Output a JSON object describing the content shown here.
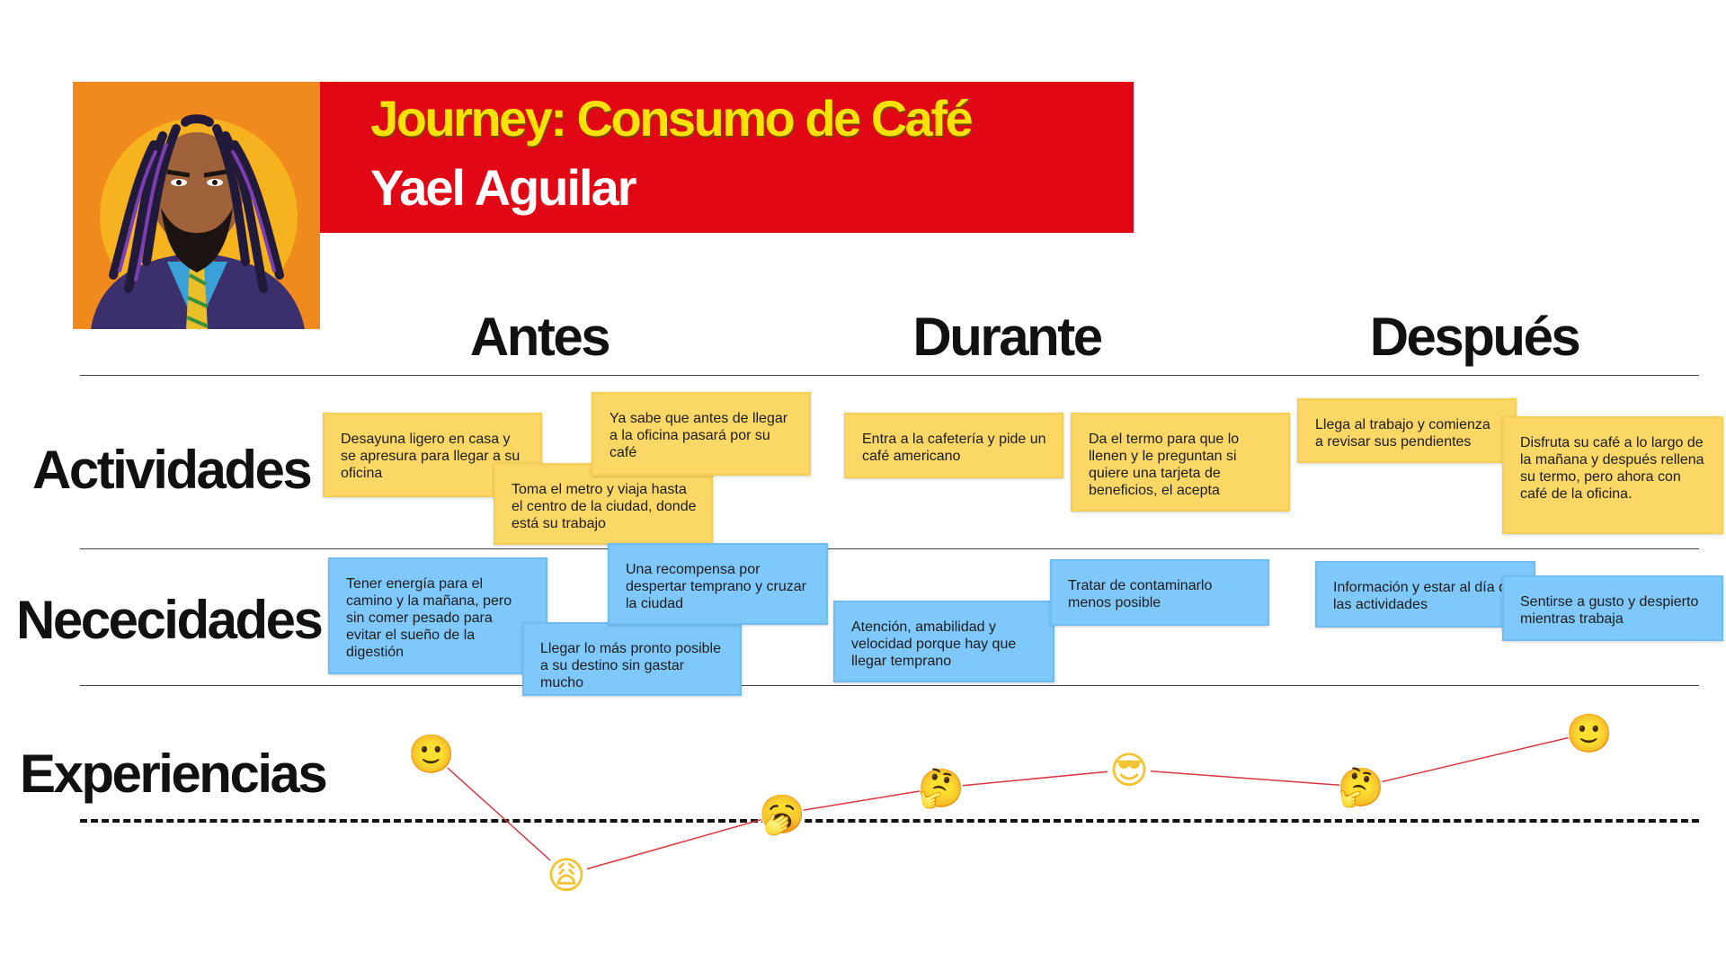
{
  "header": {
    "title": "Journey: Consumo de Café",
    "persona": "Yael Aguilar",
    "banner_color": "#e10714",
    "title_color": "#fde107",
    "avatar_icon": "persona-portrait"
  },
  "phases": [
    "Antes",
    "Durante",
    "Después"
  ],
  "rows": [
    "Actividades",
    "Nececidades",
    "Experiencias"
  ],
  "activities": [
    "Desayuna ligero en casa y se apresura para llegar a su oficina",
    "Toma el metro y viaja hasta el centro de la ciudad, donde está su trabajo",
    "Ya sabe que antes de llegar a la oficina pasará por su café",
    "Entra a la cafetería y pide un café americano",
    "Da el termo para que lo llenen y le preguntan si quiere una tarjeta de beneficios, el acepta",
    "Llega al trabajo y comienza a revisar sus pendientes",
    "Disfruta su café a lo largo de la mañana y después rellena su termo, pero ahora con café de la oficina."
  ],
  "needs": [
    "Tener energía para el camino y la mañana, pero sin comer pesado para evitar el sueño de la digestión",
    "Llegar lo más pronto posible a su destino sin gastar mucho",
    "Una recompensa por despertar temprano y cruzar la ciudad",
    "Atención, amabilidad y velocidad porque hay que llegar temprano",
    "Tratar de contaminarlo menos posible",
    "Información y estar al día de las actividades",
    "Sentirse a gusto y despierto mientras trabaja"
  ],
  "colors": {
    "activity_note": "#fbd765",
    "need_note": "#7ec8fb",
    "experience_line": "#d9363e"
  },
  "experiences": [
    {
      "emoji": "🙂",
      "icon": "slightly-smiling-face-icon"
    },
    {
      "emoji": "😩",
      "icon": "weary-face-icon"
    },
    {
      "emoji": "🥱",
      "icon": "yawning-face-icon"
    },
    {
      "emoji": "🤔",
      "icon": "thinking-face-icon"
    },
    {
      "emoji": "😎",
      "icon": "sunglasses-face-icon"
    },
    {
      "emoji": "🤔",
      "icon": "thinking-face-icon"
    },
    {
      "emoji": "🙂",
      "icon": "slightly-smiling-face-icon"
    }
  ]
}
